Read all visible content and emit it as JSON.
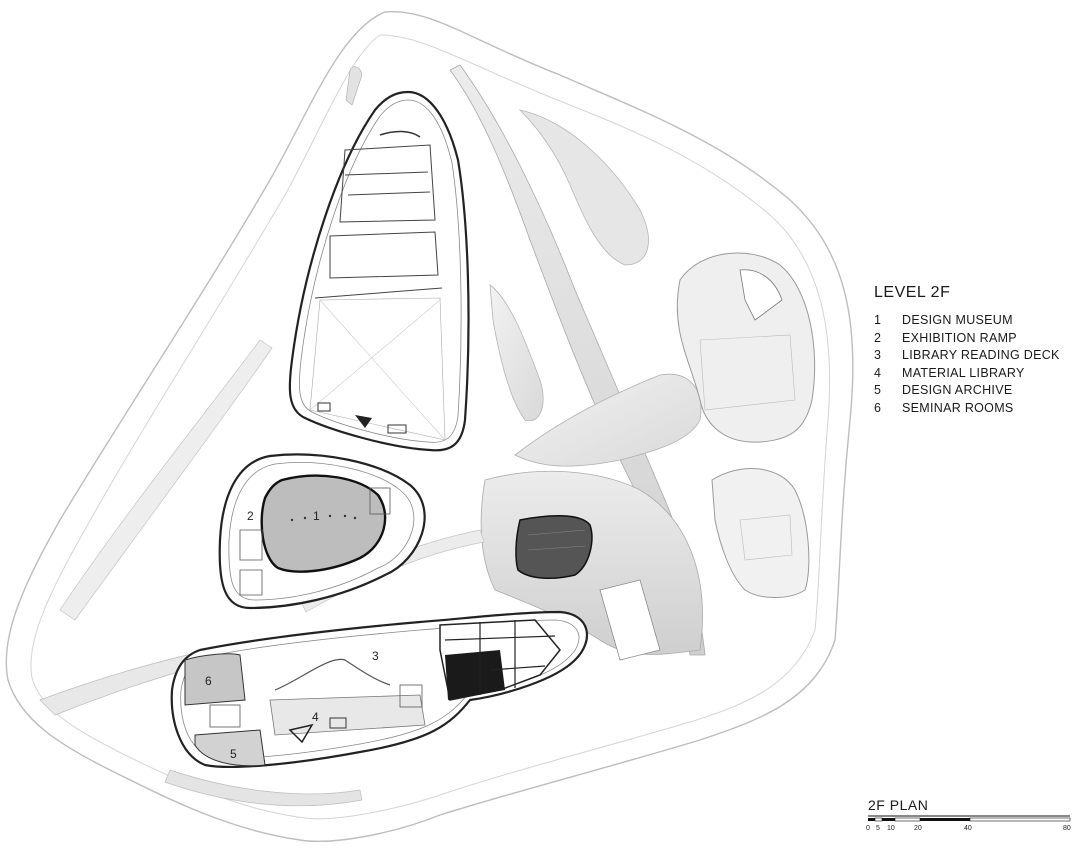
{
  "legend": {
    "title": "LEVEL 2F",
    "items": [
      {
        "num": "1",
        "label": "DESIGN MUSEUM"
      },
      {
        "num": "2",
        "label": "EXHIBITION RAMP"
      },
      {
        "num": "3",
        "label": "LIBRARY READING DECK"
      },
      {
        "num": "4",
        "label": "MATERIAL LIBRARY"
      },
      {
        "num": "5",
        "label": "DESIGN ARCHIVE"
      },
      {
        "num": "6",
        "label": "SEMINAR ROOMS"
      }
    ]
  },
  "scale": {
    "title": "2F PLAN",
    "ticks": [
      "0",
      "5",
      "10",
      "20",
      "40",
      "80"
    ]
  },
  "plan_labels": [
    "1",
    "2",
    "3",
    "4",
    "5",
    "6"
  ]
}
